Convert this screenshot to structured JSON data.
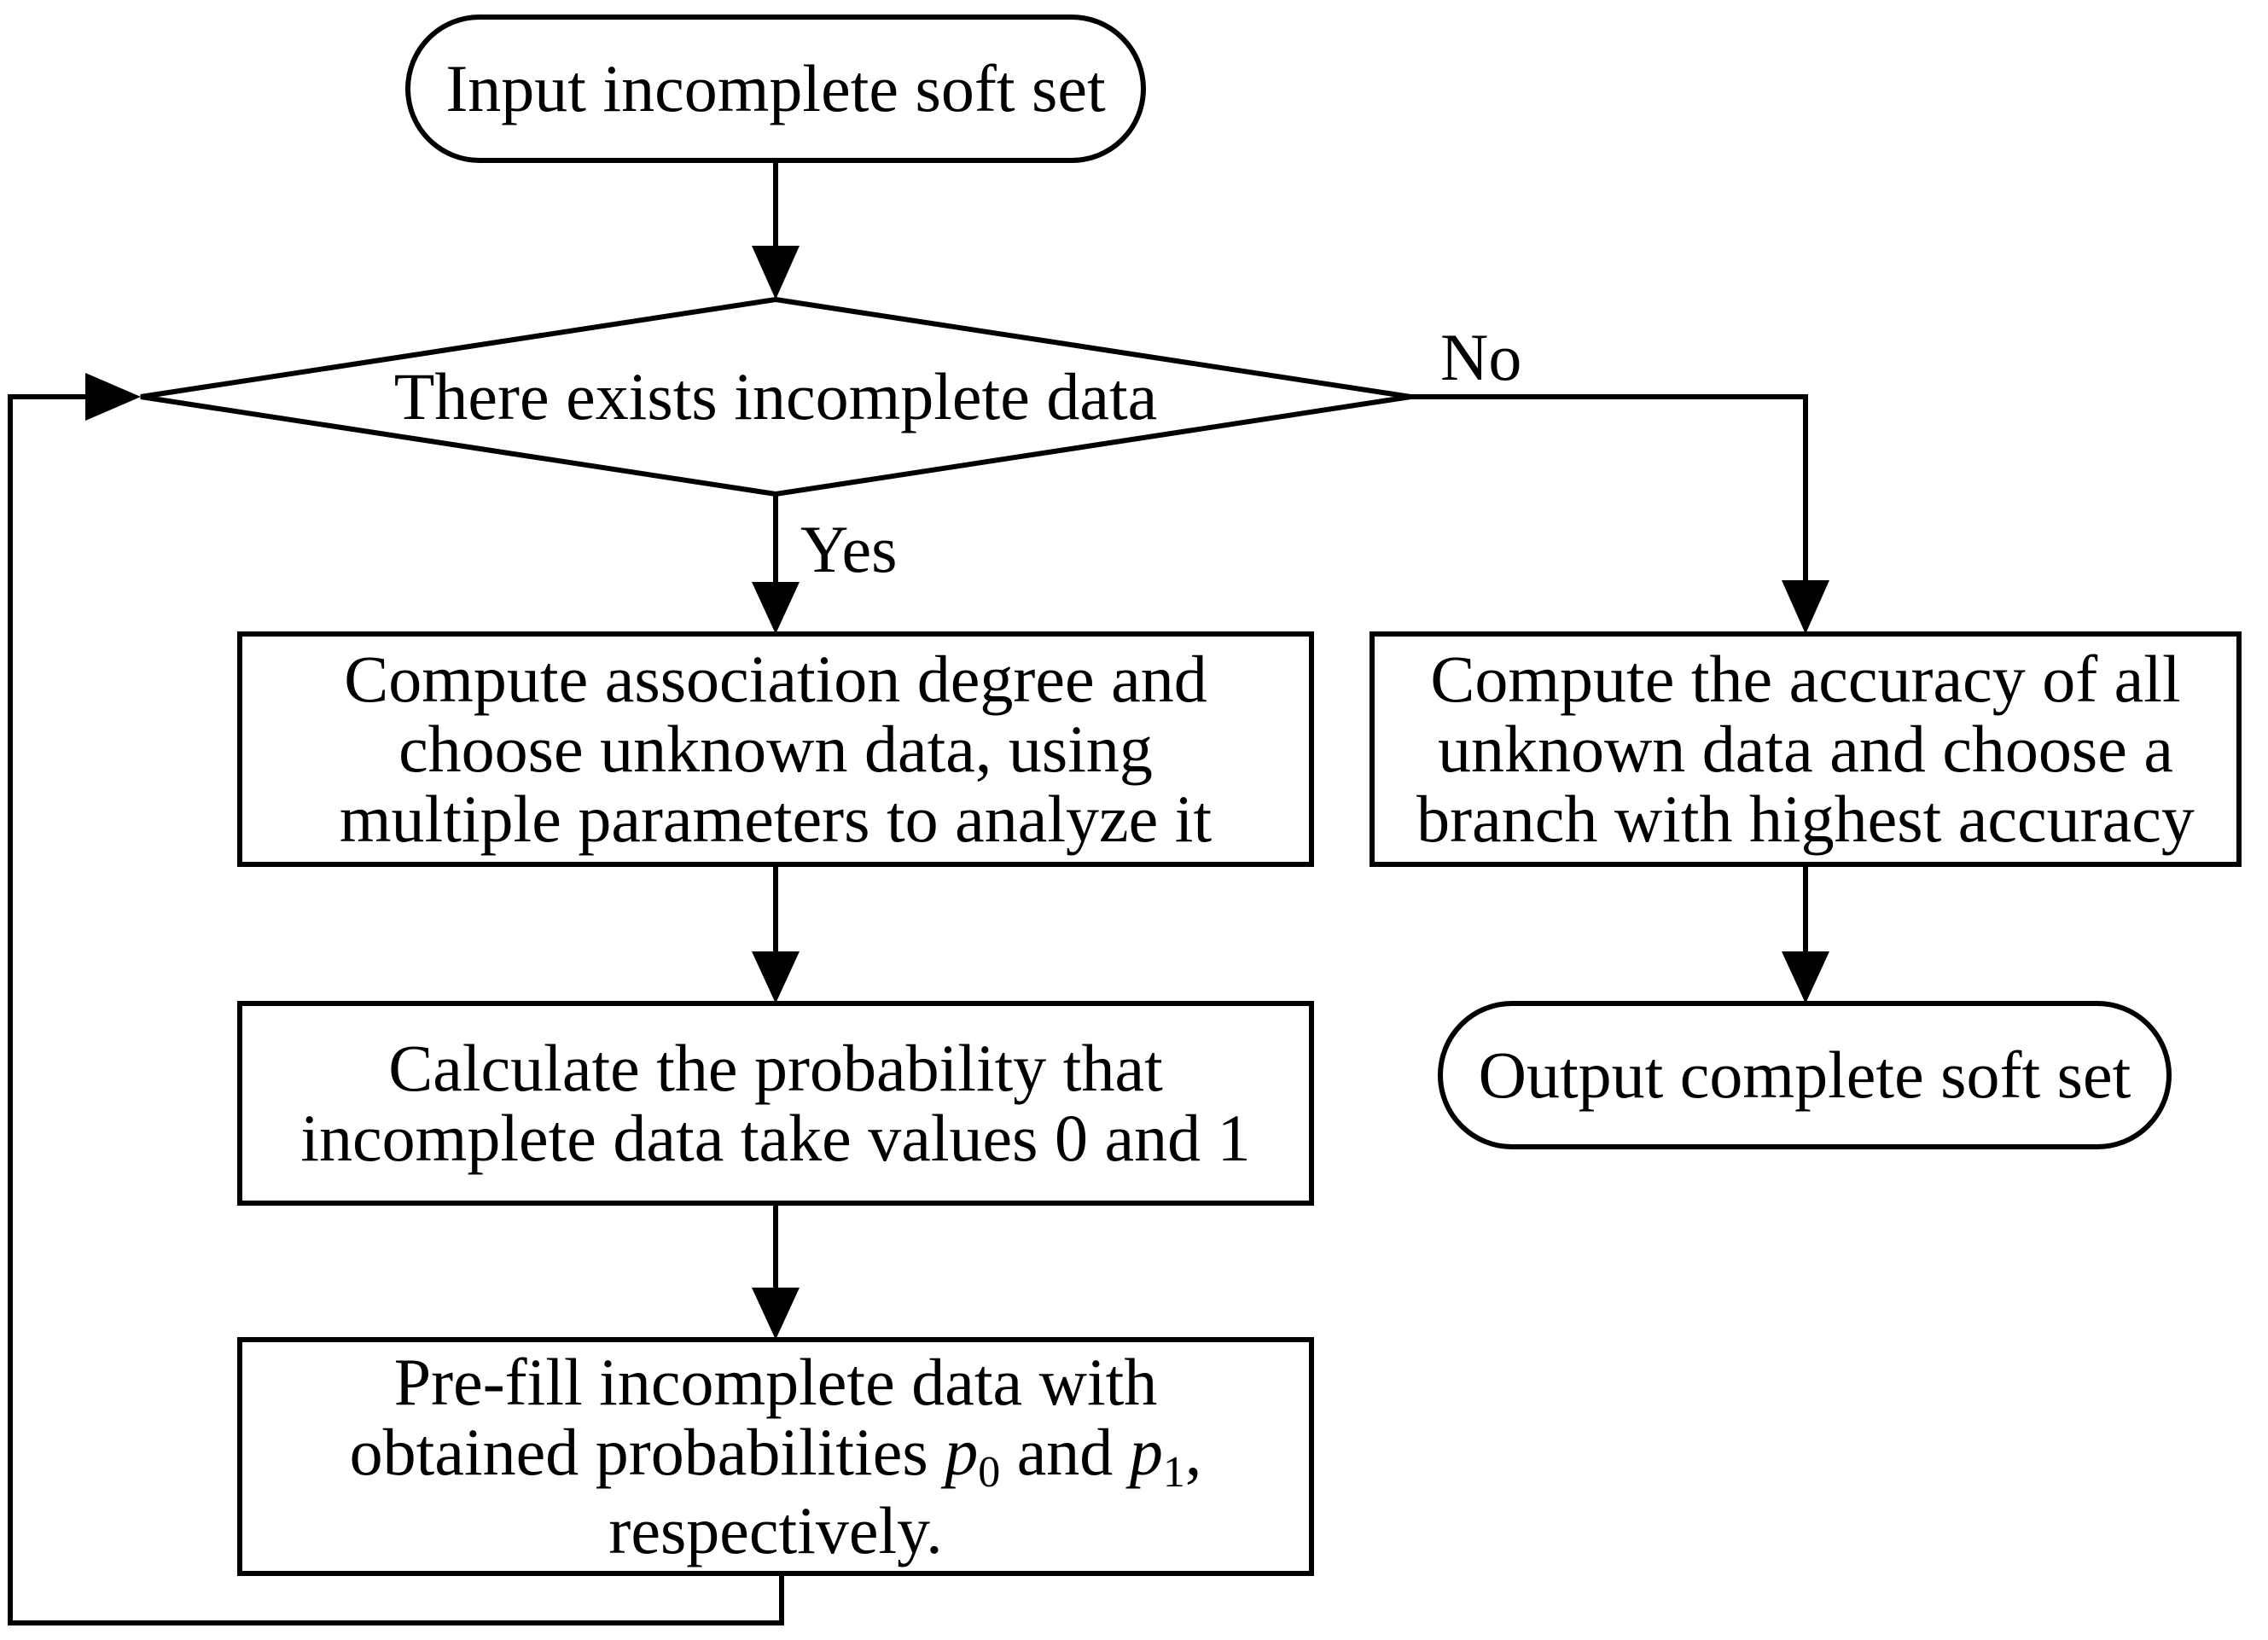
{
  "flowchart": {
    "start": {
      "label": "Input incomplete soft set"
    },
    "decision": {
      "label": "There exists incomplete data"
    },
    "yes_label": "Yes",
    "no_label": "No",
    "compute_association": {
      "lines": [
        "Compute association degree and",
        "choose unknown data, using",
        "multiple parameters to analyze it"
      ]
    },
    "calculate_probability": {
      "lines": [
        "Calculate the probability that",
        "incomplete data take values 0 and 1"
      ]
    },
    "prefill": {
      "line1": "Pre-fill incomplete data with",
      "line2_text": "obtained probabilities",
      "p": "p",
      "sub0": "0",
      "and": "and",
      "sub1": "1",
      "comma": ",",
      "line3": "respectively."
    },
    "compute_accuracy": {
      "lines": [
        "Compute the accuracy of all",
        "unknown data and choose a",
        "branch with highest accuracy"
      ]
    },
    "end": {
      "label": "Output complete soft set"
    }
  }
}
